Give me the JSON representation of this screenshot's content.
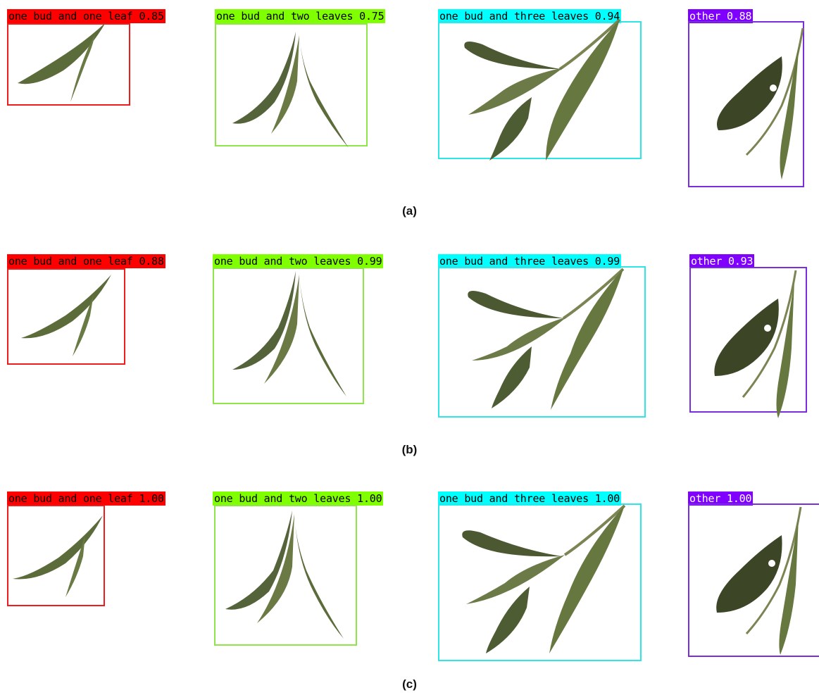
{
  "colors": {
    "bud1leaf": "#ff0000",
    "bud2leaves": "#80ff00",
    "bud3leaves": "#00ffff",
    "other": "#8000ff",
    "box_bud1leaf": "#ee1c1c",
    "box_bud2leaves": "#8ee64b",
    "box_bud3leaves": "#2ee6e6",
    "box_other": "#7a2ddc",
    "leaf": "#5c6b3a",
    "leaf_dark": "#3c4626",
    "stem": "#7b8452"
  },
  "panels": [
    {
      "caption": "(a)",
      "detections": [
        {
          "text": "one bud and one leaf 0.85",
          "class": "bud1leaf"
        },
        {
          "text": "one bud and two leaves 0.75",
          "class": "bud2leaves"
        },
        {
          "text": "one bud and three leaves 0.94",
          "class": "bud3leaves"
        },
        {
          "text": "other 0.88",
          "class": "other"
        }
      ]
    },
    {
      "caption": "(b)",
      "detections": [
        {
          "text": "one bud and one leaf 0.88",
          "class": "bud1leaf"
        },
        {
          "text": "one bud and two leaves 0.99",
          "class": "bud2leaves"
        },
        {
          "text": "one bud and three leaves 0.99",
          "class": "bud3leaves"
        },
        {
          "text": "other 0.93",
          "class": "other"
        }
      ]
    },
    {
      "caption": "(c)",
      "detections": [
        {
          "text": "one bud and one leaf 1.00",
          "class": "bud1leaf"
        },
        {
          "text": "one bud and two leaves 1.00",
          "class": "bud2leaves"
        },
        {
          "text": "one bud and three leaves 1.00",
          "class": "bud3leaves"
        },
        {
          "text": "other 1.00",
          "class": "other"
        }
      ]
    }
  ]
}
